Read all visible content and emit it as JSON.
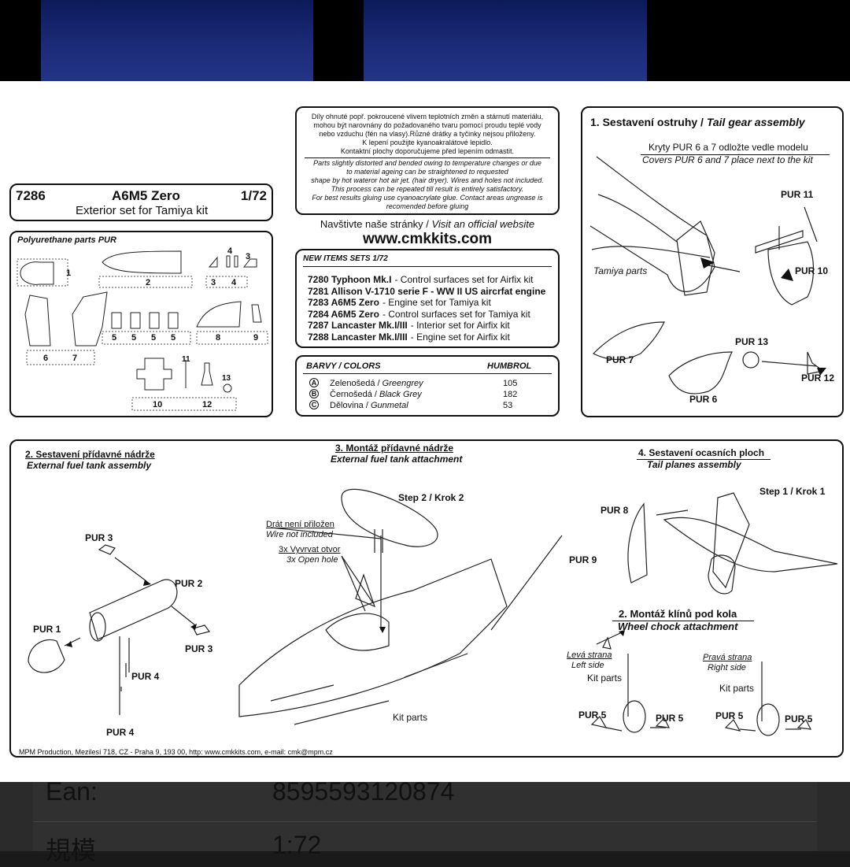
{
  "header": {
    "code": "7286",
    "title": "A6M5 Zero",
    "scale": "1/72",
    "subtitle": "Exterior set for Tamiya kit"
  },
  "parts_box": {
    "title": "Polyurethane parts PUR",
    "labels": [
      "1",
      "2",
      "3",
      "4",
      "4",
      "3",
      "5",
      "5",
      "5",
      "5",
      "8",
      "9",
      "6",
      "7",
      "11",
      "13",
      "10",
      "12"
    ]
  },
  "notice": {
    "cz": [
      "Díly ohnuté popř. pokroucené vlivem teplotních změn a stárnutí materiálu,",
      "mohou být narovnány do požadovaného tvaru pomocí proudu teplé vody",
      "nebo vzduchu (fén na vlasy).Různé drátky a tyčinky nejsou přiloženy.",
      "K lepení použijte kyanoakralátové lepidlo.",
      "Kontaktní plochy doporučujeme před lepením odmastit."
    ],
    "en": [
      "Parts slightly distorted and bended owing to temperature changes or due",
      "to material ageing can be straightened to requested",
      "shape by hot wateror hot  air jet.  (hair dryer). Wires and holes not included.",
      "This process can be repeated till result is entirely satisfactory.",
      "For best results gluing use cyanoacrylate glue. Contact areas ungrease is",
      "recomended before gluing"
    ]
  },
  "website": {
    "visit_cz": "Navštivte naše stránky / ",
    "visit_en": "Visit an official website",
    "url": "www.cmkkits.com"
  },
  "new_items": {
    "title": "NEW ITEMS SETS  1/72",
    "items": [
      {
        "code": "7280 Typhoon Mk.I",
        "desc": " - Control surfaces set for Airfix kit"
      },
      {
        "code": "7281 Allison V-1710 serie F - WW II US aircrfat engine",
        "desc": ""
      },
      {
        "code": "7283 A6M5 Zero",
        "desc": " - Engine set for Tamiya kit"
      },
      {
        "code": "7284 A6M5 Zero",
        "desc": " - Control surfaces set for Tamiya kit"
      },
      {
        "code": "7287 Lancaster Mk.I/III",
        "desc": " - Interior set for Airfix kit"
      },
      {
        "code": "7288 Lancaster Mk.I/III",
        "desc": " - Engine set for Airfix kit"
      }
    ]
  },
  "colors": {
    "title": "BARVY / COLORS",
    "brand": "HUMBROL",
    "rows": [
      {
        "key": "A",
        "cz": "Zelenošedá / ",
        "en": "Greengrey",
        "code": "105"
      },
      {
        "key": "B",
        "cz": "Černošedá / ",
        "en": "Black Grey",
        "code": "182"
      },
      {
        "key": "C",
        "cz": "Dělovina / ",
        "en": "Gunmetal",
        "code": "53"
      }
    ]
  },
  "tail_gear": {
    "title_cz": "1. Sestavení ostruhy / ",
    "title_en": "Tail gear assembly",
    "note_cz": "Kryty PUR 6 a 7 odložte vedle modelu",
    "note_en": "Covers PUR 6 and 7 place next to the kit",
    "tamiya": "Tamiya parts",
    "pur11": "PUR  11",
    "pur10": "PUR 10",
    "pur13": "PUR  13",
    "pur7": "PUR 7",
    "pur6": "PUR 6",
    "pur12": "PUR 12"
  },
  "tank_assembly": {
    "title_cz": "2. Sestavení přídavné nádrže",
    "title_en": "External fuel tank assembly",
    "pur3a": "PUR 3",
    "pur2": "PUR 2",
    "pur1": "PUR 1",
    "pur3b": "PUR 3",
    "pur4a": "PUR 4",
    "pur4b": "PUR 4"
  },
  "tank_attach": {
    "title_cz": "3. Montáž přídavné nádrže",
    "title_en": "External fuel tank attachment",
    "step": "Step 2 / Krok 2",
    "wire_cz": "Drát není přiložen",
    "wire_en": "Wire not included",
    "hole_cz": "3x Vyvrvat otvor",
    "hole_en": "3x Open hole",
    "kit": "Kit parts"
  },
  "tail_planes": {
    "title_cz": "4. Sestavení ocasních ploch",
    "title_en": "Tail planes assembly",
    "step": "Step 1 / Krok 1",
    "pur8": "PUR 8",
    "pur9": "PUR 9"
  },
  "chock": {
    "title_cz": "2. Montáž klínů pod kola",
    "title_en": "Wheel chock attachment",
    "left_cz": "Levá strana",
    "left_en": "Left side",
    "right_cz": "Pravá strana",
    "right_en": "Right side",
    "kit": "Kit parts",
    "pur5": "PUR 5"
  },
  "footer": "MPM Production, Mezilesí 718, CZ - Praha 9, 193 00,  http: www.cmkkits.com, e-mail: cmk@mpm.cz",
  "bottom": {
    "ean_label": "Ean:",
    "ean_value": "8595593120874",
    "scale_label": "規模",
    "scale_value": "1:72"
  }
}
